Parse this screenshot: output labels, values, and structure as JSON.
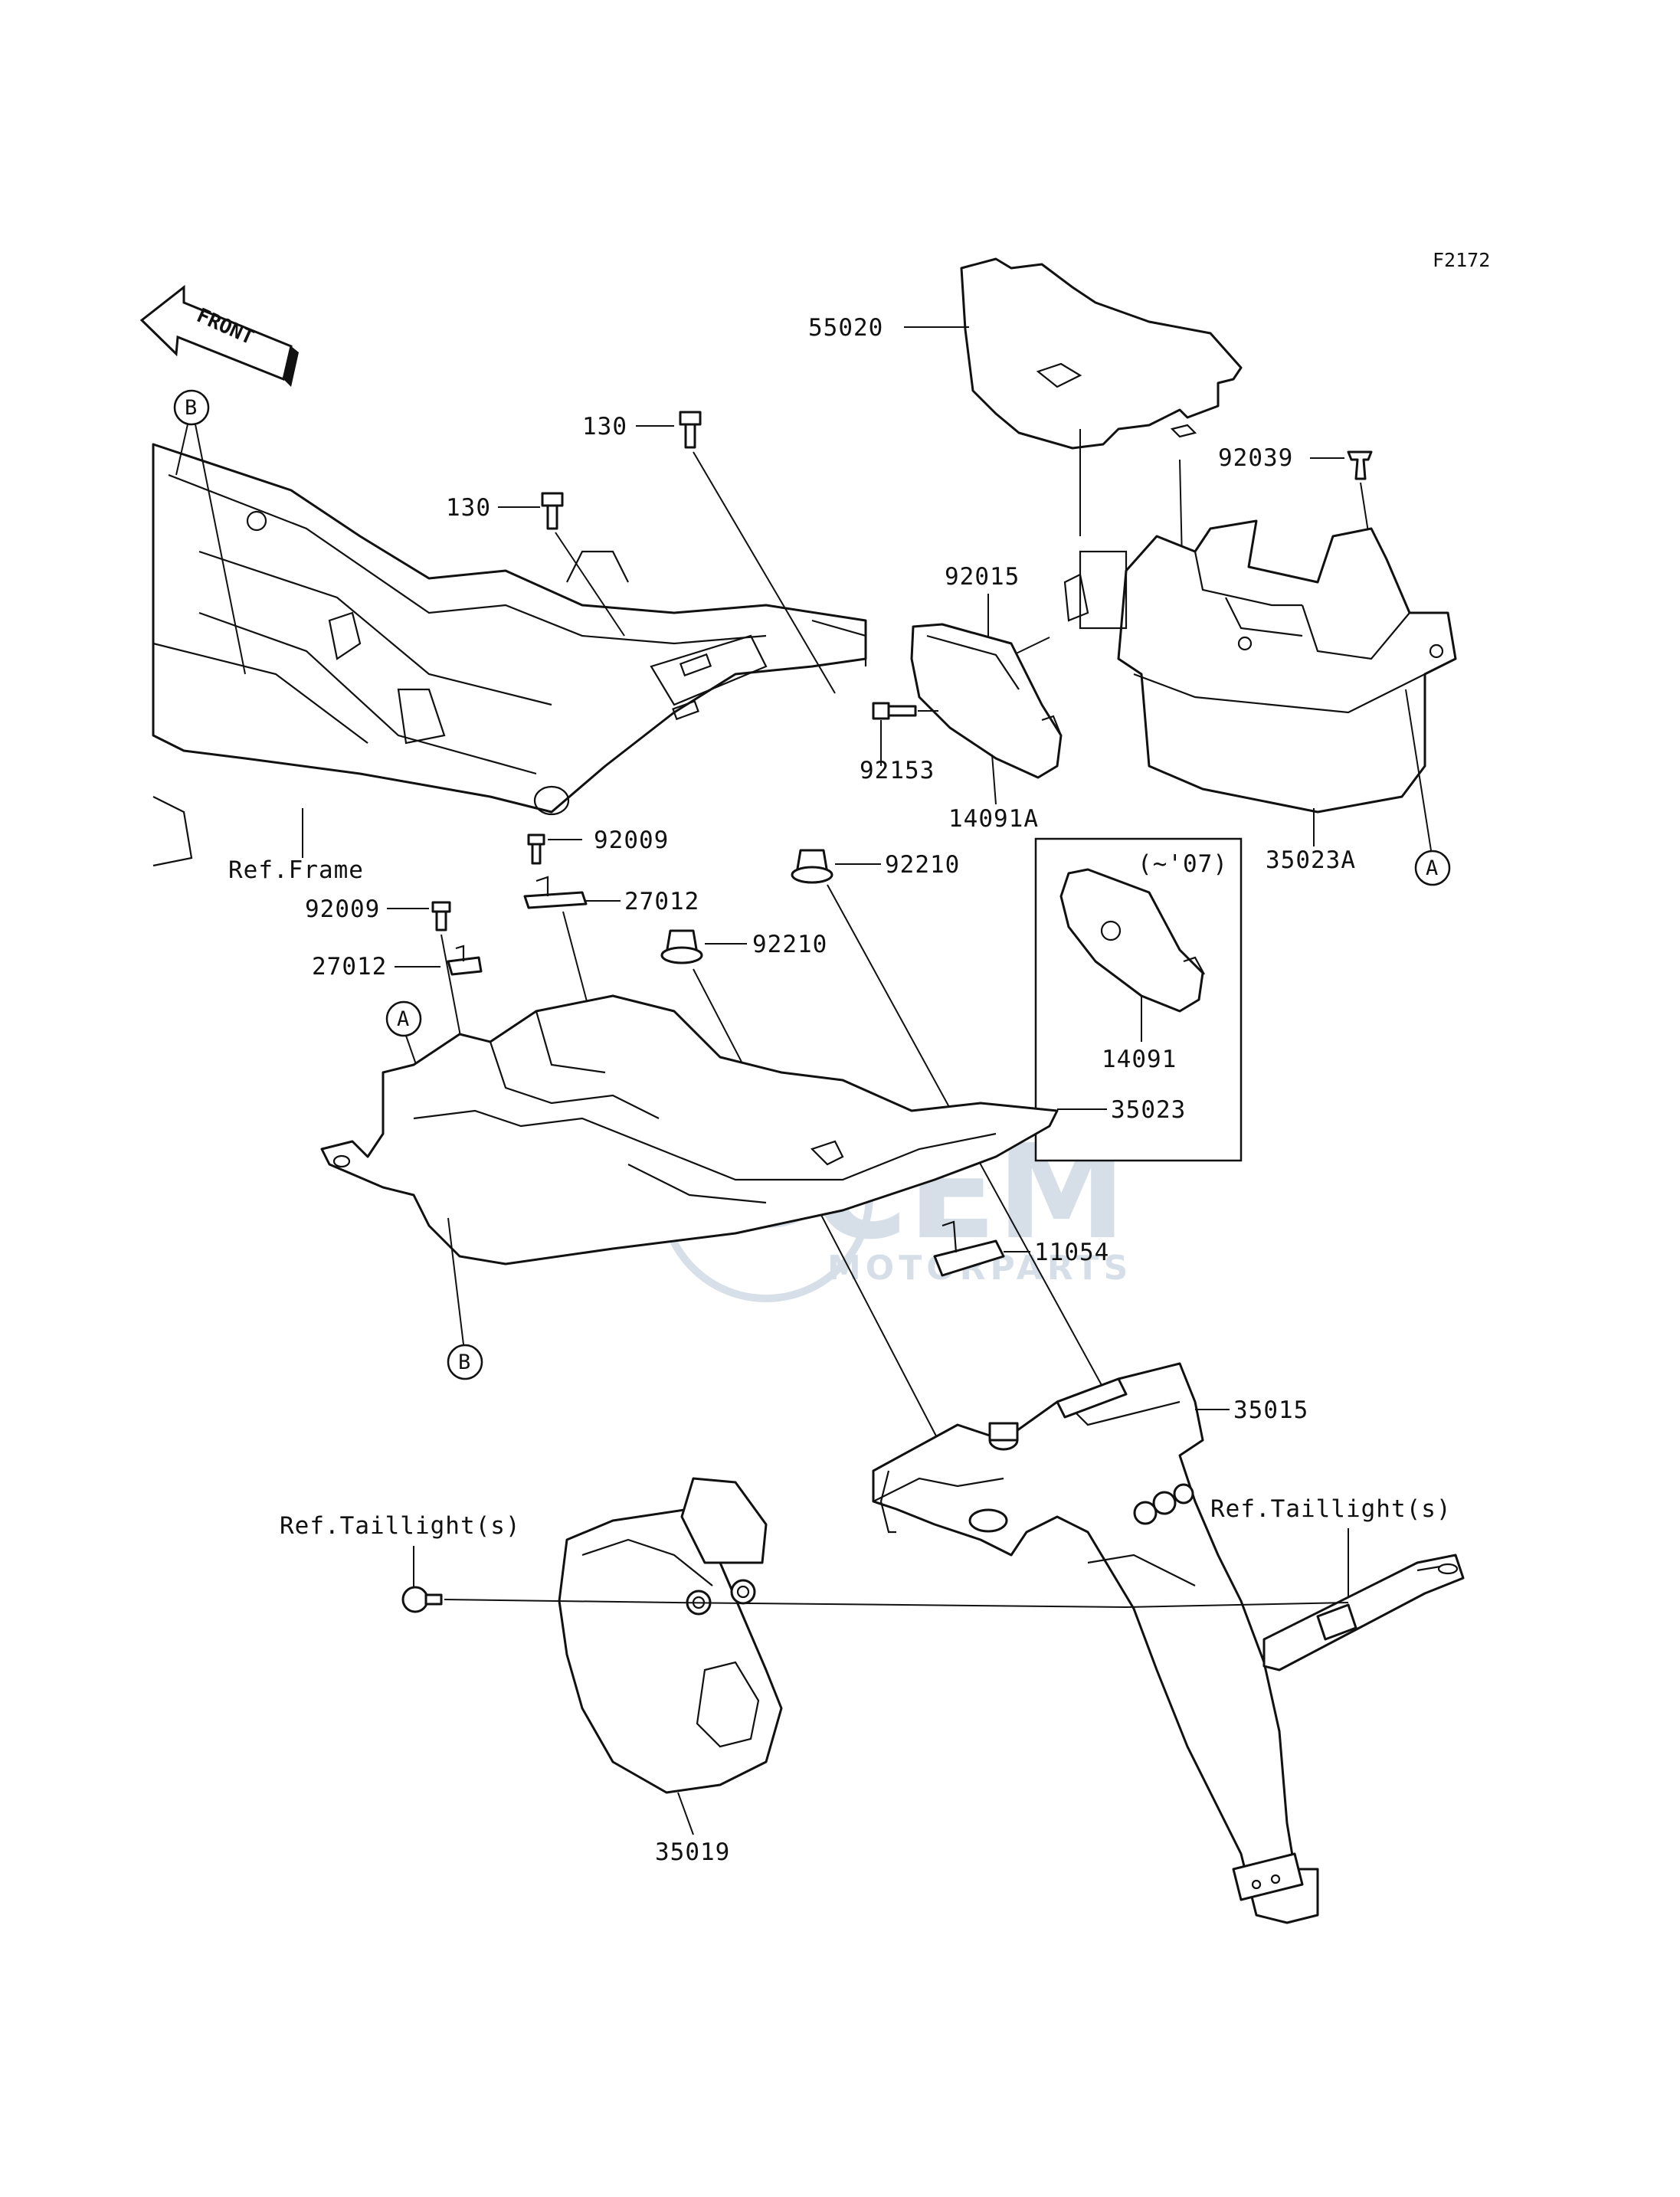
{
  "diagram_code": "F2172",
  "front_label": "FRONT",
  "callouts": {
    "a_upper": "A",
    "a_lower": "A",
    "b_upper": "B",
    "b_lower": "B"
  },
  "references": {
    "frame": "Ref.Frame",
    "taillight_left": "Ref.Taillight(s)",
    "taillight_right": "Ref.Taillight(s)"
  },
  "variant_box": {
    "note": "(~'07)",
    "part": "14091"
  },
  "parts": {
    "p55020": "55020",
    "p130_a": "130",
    "p130_b": "130",
    "p92039": "92039",
    "p92015": "92015",
    "p92153": "92153",
    "p14091A": "14091A",
    "p35023A": "35023A",
    "p92009_a": "92009",
    "p92009_b": "92009",
    "p27012_a": "27012",
    "p27012_b": "27012",
    "p92210_a": "92210",
    "p92210_b": "92210",
    "p35023": "35023",
    "p11054": "11054",
    "p35015": "35015",
    "p35019": "35019"
  },
  "watermark": {
    "main": "CEM",
    "sub": "MOTORPARTS"
  }
}
